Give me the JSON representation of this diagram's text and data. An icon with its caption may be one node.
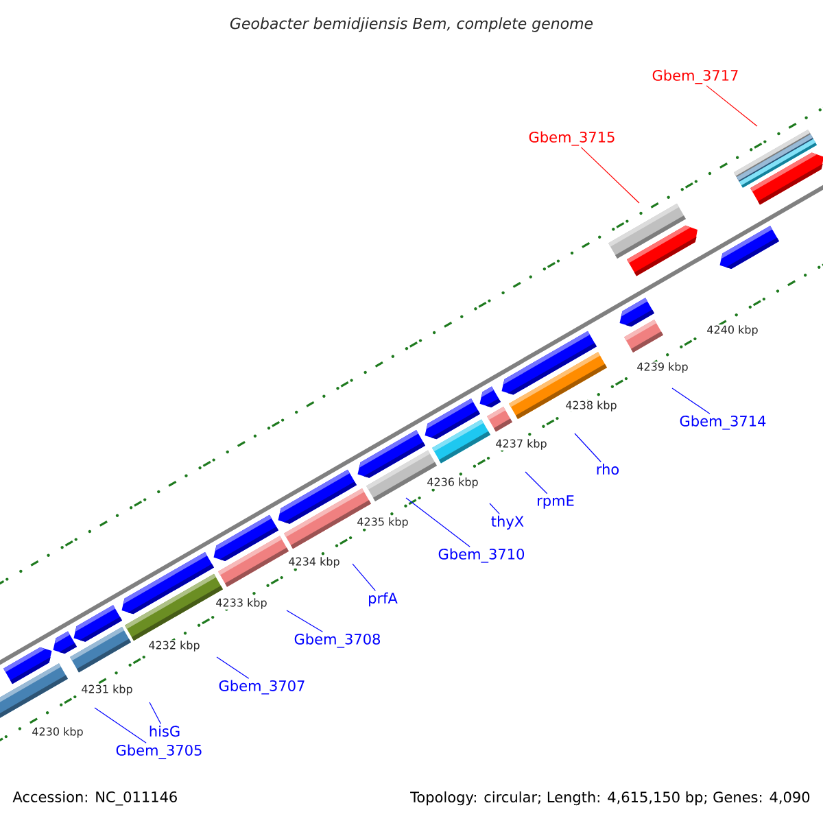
{
  "diagram": {
    "title": "Geobacter bemidjiensis Bem, complete genome",
    "nodes": [
      {
        "text": [
          "Gbem_3717"
        ]
      },
      {
        "text": [
          "Gbem_3715"
        ]
      },
      {
        "text": [
          "Gbem_3714"
        ]
      },
      {
        "text": [
          "rho"
        ]
      },
      {
        "text": [
          "rpmE"
        ]
      },
      {
        "text": [
          "thyX"
        ]
      },
      {
        "text": [
          "Gbem_3710"
        ]
      },
      {
        "text": [
          "prfA"
        ]
      },
      {
        "text": [
          "Gbem_3708"
        ]
      },
      {
        "text": [
          "Gbem_3707"
        ]
      },
      {
        "text": [
          "hisG"
        ]
      },
      {
        "text": [
          "Gbem_3705"
        ]
      }
    ],
    "edges": [
      {
        "from": 0,
        "to": null,
        "arrow": "none",
        "color": "#ff0000"
      },
      {
        "from": 1,
        "to": null,
        "arrow": "none",
        "color": "#ff0000"
      },
      {
        "from": 2,
        "to": null,
        "arrow": "none"
      },
      {
        "from": 3,
        "to": null,
        "arrow": "none"
      },
      {
        "from": 4,
        "to": null,
        "arrow": "none"
      },
      {
        "from": 5,
        "to": null,
        "arrow": "none"
      },
      {
        "from": 6,
        "to": null,
        "arrow": "none"
      },
      {
        "from": 7,
        "to": null,
        "arrow": "none"
      },
      {
        "from": 8,
        "to": null,
        "arrow": "none"
      },
      {
        "from": 9,
        "to": null,
        "arrow": "none"
      },
      {
        "from": 10,
        "to": null,
        "arrow": "none"
      },
      {
        "from": 11,
        "to": null,
        "arrow": "none"
      }
    ],
    "labels": [
      "4230 kbp",
      "4231 kbp",
      "4232 kbp",
      "4233 kbp",
      "4234 kbp",
      "4235 kbp",
      "4236 kbp",
      "4237 kbp",
      "4238 kbp",
      "4239 kbp",
      "4240 kbp",
      "Accession: NC_011146",
      "Topology: circular; Length: 4,615,150 bp; Genes: 4,090"
    ]
  }
}
